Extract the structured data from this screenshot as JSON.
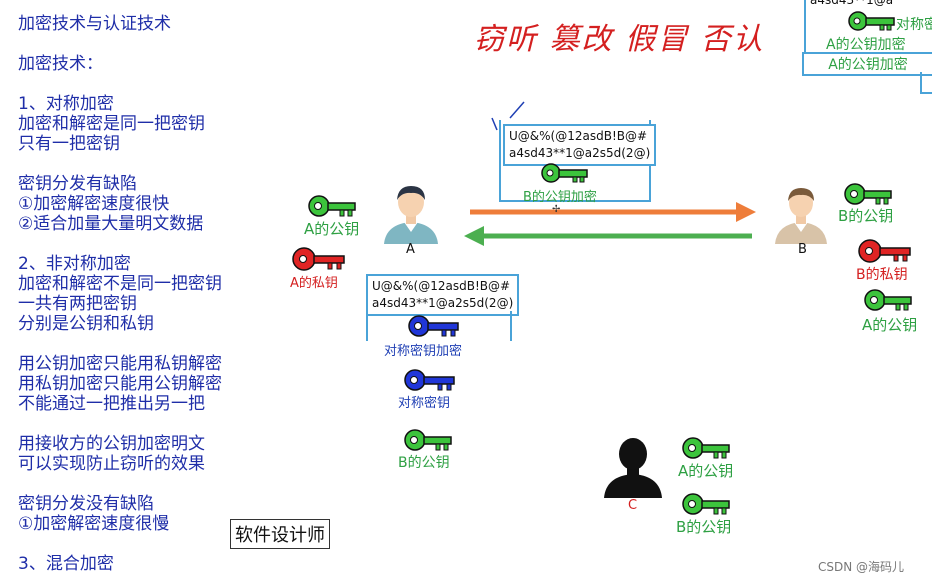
{
  "notes": [
    "加密技术与认证技术",
    "",
    "加密技术：",
    "",
    "1、对称加密",
    "加密和解密是同一把密钥",
    "只有一把密钥",
    "",
    "密钥分发有缺陷",
    "①加密解密速度很快",
    "②适合加量大量明文数据",
    "",
    "2、非对称加密",
    "加密和解密不是同一把密钥",
    "一共有两把密钥",
    "分别是公钥和私钥",
    "",
    "用公钥加密只能用私钥解密",
    "用私钥加密只能用公钥解密",
    "不能通过一把推出另一把",
    "",
    "用接收方的公钥加密明文",
    "可以实现防止窃听的效果",
    "",
    "密钥分发没有缺陷",
    "①加密解密速度很慢",
    "",
    "3、混合加密"
  ],
  "handwriting": "窃听 篡改 假冒 否认",
  "cipher_text": "U@&%(@12asdB!B@#\na4sd43**1@a2s5d(2@)",
  "cipher_text_top_partial": "a4sd43**1@a",
  "persons": {
    "a": "A",
    "b": "B",
    "c": "C"
  },
  "labels": {
    "a_public_key": "A的公钥",
    "a_private_key": "A的私钥",
    "b_public_key": "B的公钥",
    "b_private_key": "B的私钥",
    "b_public_key_encrypt": "B的公钥加密",
    "a_public_key_encrypt": "A的公钥加密",
    "symmetric_key_encrypt": "对称密钥加密",
    "symmetric_key": "对称密钥",
    "symmetric_partial": "对称密"
  },
  "stamp": "软件设计师",
  "watermark": "CSDN @海码儿",
  "colors": {
    "text_blue": "#1f2ea8",
    "green_key": "#3cc43c",
    "red_key": "#e02424",
    "blue_key": "#2036d8",
    "arrow_orange": "#ee7d3a",
    "arrow_green": "#4caf50",
    "box_border": "#4aa3d8"
  }
}
